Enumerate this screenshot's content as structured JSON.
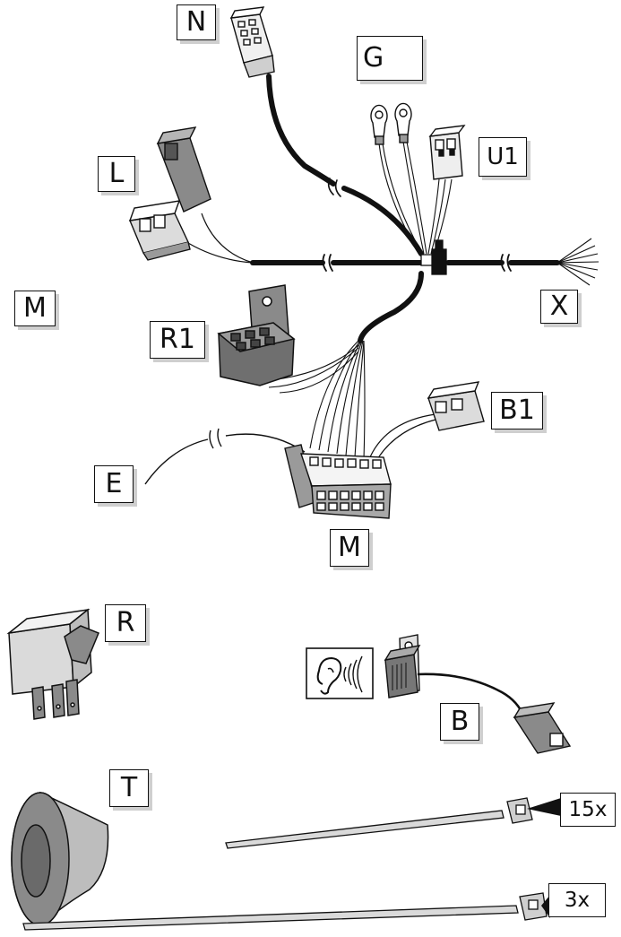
{
  "labels": {
    "N": "N",
    "G": "G",
    "L": "L",
    "U1": "U1",
    "M_left": "M",
    "R1": "R1",
    "X": "X",
    "B1": "B1",
    "E": "E",
    "M_bottom": "M",
    "R": "R",
    "B": "B",
    "T": "T"
  },
  "quantities": {
    "ties_short": "15x",
    "ties_long": "3x"
  },
  "icons": {
    "ground": "ground-symbol-icon",
    "sound": "ear-sound-icon"
  },
  "colors": {
    "line": "#111111",
    "component_gray": "#8a8a8a",
    "component_light": "#d6d6d6",
    "label_shadow": "#cfcfcf"
  }
}
